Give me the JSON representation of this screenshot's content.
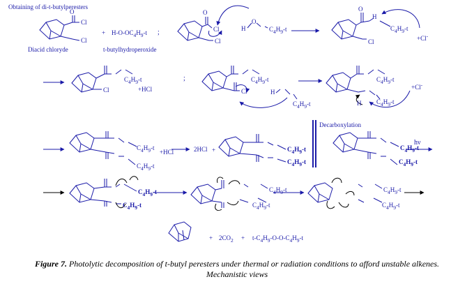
{
  "title": "Obtaining of di-t-butylperesters",
  "reagent_labels": {
    "acid_chloride": "Diacid chloryde",
    "hydroperoxide": "t-butylhydroperoxide"
  },
  "row1": {
    "plus": "+",
    "hydroperoxide_formula": "H-O-OC4H9-t",
    "separator": ";",
    "cl": "Cl",
    "o": "O",
    "h": "H",
    "tbu": "C4H9-t",
    "chloride_ion": "+Cl-"
  },
  "row2": {
    "hcl": "+HCl",
    "separator": ";",
    "chloride_ion": "+Cl-"
  },
  "row3": {
    "hcl": "+HCl",
    "two_hcl": "2HCl",
    "plus": "+",
    "decarboxylation": "Decarboxylation",
    "hv": "hν"
  },
  "row4": {},
  "row5": {
    "plus1": "+",
    "co2": "2CO2",
    "plus2": "+",
    "peroxide": "t-C4H9-O-O-C4H9-t"
  },
  "caption": {
    "label": "Figure 7.",
    "text": "Photolytic decomposition of t-butyl peresters under thermal or radiation conditions to afford unstable alkenes.",
    "line2": "Mechanistic views"
  },
  "colors": {
    "structure": "#1a1aa8",
    "caption": "#000000"
  }
}
